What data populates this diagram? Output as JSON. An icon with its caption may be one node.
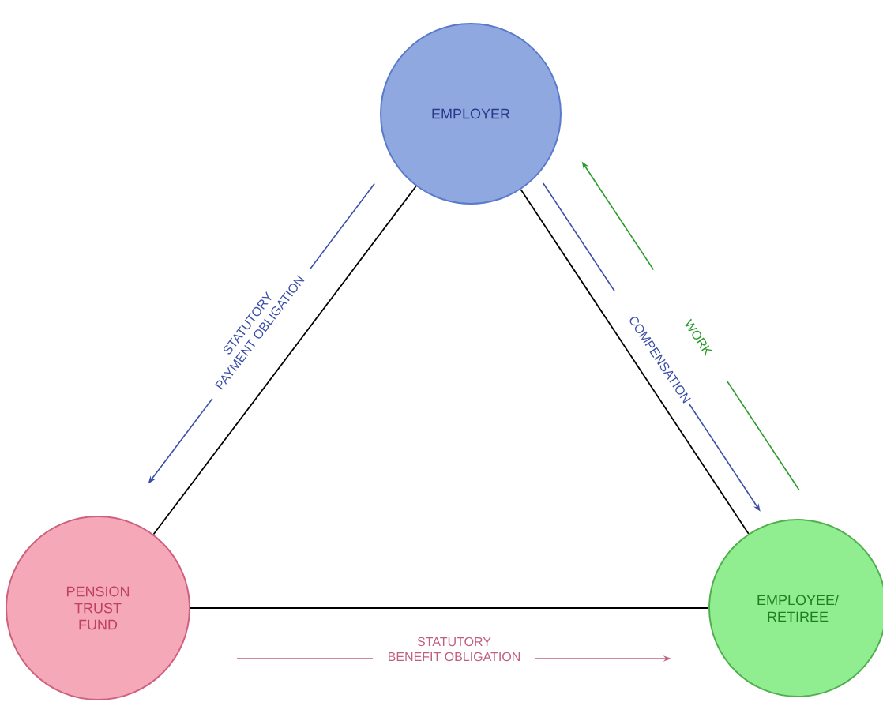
{
  "diagram": {
    "nodes": [
      {
        "text": [
          "EMPLOYER"
        ]
      },
      {
        "text": [
          "PENSION TRUST FUND"
        ]
      },
      {
        "text": [
          "EMPLOYEE/ RETIREE"
        ]
      }
    ],
    "edges": [
      {
        "from": 0,
        "to": 1,
        "arrow": "none"
      },
      {
        "from": 0,
        "to": 2,
        "arrow": "none"
      },
      {
        "from": 1,
        "to": 2,
        "arrow": "none"
      },
      {
        "from": 0,
        "to": 1,
        "arrow": "to",
        "label": "STATUTORY PAYMENT OBLIGATION",
        "color": "#3a4fa8"
      },
      {
        "from": 0,
        "to": 2,
        "arrow": "to",
        "label": "COMPENSATION",
        "color": "#3a4fa8"
      },
      {
        "from": 2,
        "to": 0,
        "arrow": "to",
        "label": "WORK",
        "color": "#2a9a2a"
      },
      {
        "from": 1,
        "to": 2,
        "arrow": "to",
        "label": "STATUTORY BENEFIT OBLIGATION",
        "color": "#c06080"
      }
    ]
  }
}
